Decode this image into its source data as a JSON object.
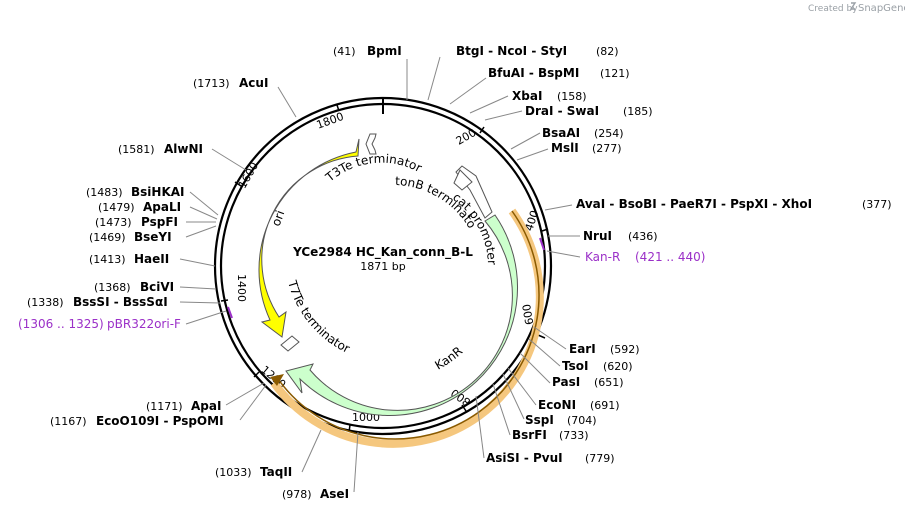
{
  "header": {
    "created_by": "Created by",
    "brand": "SnapGene"
  },
  "map": {
    "name": "YCe2984 HC_Kan_conn_B-L",
    "size": "1871 bp"
  },
  "ticks": [
    "200",
    "400",
    "600",
    "800",
    "1000",
    "1200",
    "1400",
    "1600",
    "1800"
  ],
  "features": {
    "ori": "ori",
    "kanr": "KanR",
    "t3te": "T3Te terminator",
    "tonb": "tonB terminator",
    "cat": "cat promoter",
    "t7te": "T7Te terminator"
  },
  "sites": [
    {
      "pos": "(41)",
      "name": "BpmI"
    },
    {
      "pos": "(82)",
      "name": "BtgI  - NcoI  - StyI"
    },
    {
      "pos": "(121)",
      "name": "BfuAI  - BspMI"
    },
    {
      "pos": "(158)",
      "name": "XbaI"
    },
    {
      "pos": "(185)",
      "name": "DraI  - SwaI"
    },
    {
      "pos": "(254)",
      "name": "BsaAI"
    },
    {
      "pos": "(277)",
      "name": "MslI"
    },
    {
      "pos": "(377)",
      "name": "AvaI  - BsoBI  - PaeR7I  - PspXI  - XhoI"
    },
    {
      "pos": "(436)",
      "name": "NruI"
    },
    {
      "pos": "(592)",
      "name": "EarI"
    },
    {
      "pos": "(620)",
      "name": "TsoI"
    },
    {
      "pos": "(651)",
      "name": "PasI"
    },
    {
      "pos": "(691)",
      "name": "EcoNI"
    },
    {
      "pos": "(704)",
      "name": "SspI"
    },
    {
      "pos": "(733)",
      "name": "BsrFI"
    },
    {
      "pos": "(779)",
      "name": "AsiSI  - PvuI"
    },
    {
      "pos": "(978)",
      "name": "AseI"
    },
    {
      "pos": "(1033)",
      "name": "TaqII"
    },
    {
      "pos": "(1167)",
      "name": "EcoO109I  - PspOMI"
    },
    {
      "pos": "(1171)",
      "name": "ApaI"
    },
    {
      "pos": "(1306 .. 1325)",
      "name": "pBR322ori-F"
    },
    {
      "pos": "(1338)",
      "name": "BssSI  - BssSαI"
    },
    {
      "pos": "(1368)",
      "name": "BciVI"
    },
    {
      "pos": "(1413)",
      "name": "HaeII"
    },
    {
      "pos": "(1469)",
      "name": "BseYI"
    },
    {
      "pos": "(1473)",
      "name": "PspFI"
    },
    {
      "pos": "(1479)",
      "name": "ApaLI"
    },
    {
      "pos": "(1483)",
      "name": "BsiHKAI"
    },
    {
      "pos": "(1581)",
      "name": "AlwNI"
    },
    {
      "pos": "(1713)",
      "name": "AcuI"
    }
  ],
  "primer_right": {
    "name": "Kan-R",
    "range": "(421 .. 440)"
  },
  "colors": {
    "ori": "#ffff00",
    "kanr": "#ccffcc",
    "primer": "#9b30c8",
    "primer_highlight": "#f5c77e",
    "backbone": "#000000",
    "brand": "#9aa0a6"
  }
}
